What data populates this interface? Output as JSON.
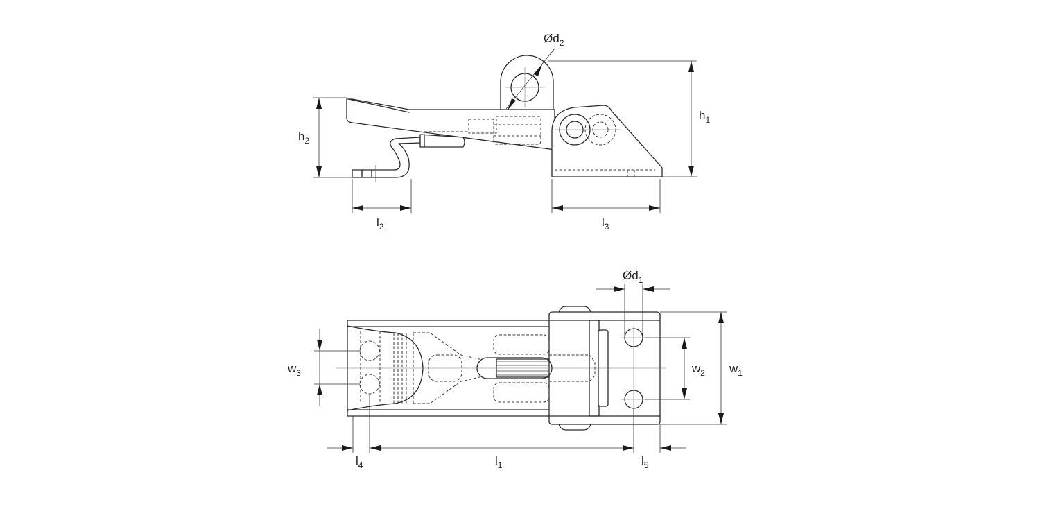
{
  "dimension_labels": {
    "h1": {
      "main": "h",
      "sub": "1"
    },
    "h2": {
      "main": "h",
      "sub": "2"
    },
    "l1": {
      "main": "l",
      "sub": "1"
    },
    "l2": {
      "main": "l",
      "sub": "2"
    },
    "l3": {
      "main": "l",
      "sub": "3"
    },
    "l4": {
      "main": "l",
      "sub": "4"
    },
    "l5": {
      "main": "l",
      "sub": "5"
    },
    "w1": {
      "main": "w",
      "sub": "1"
    },
    "w2": {
      "main": "w",
      "sub": "2"
    },
    "w3": {
      "main": "w",
      "sub": "3"
    },
    "d1": {
      "main": "Ød",
      "sub": "1"
    },
    "d2": {
      "main": "Ød",
      "sub": "2"
    }
  }
}
